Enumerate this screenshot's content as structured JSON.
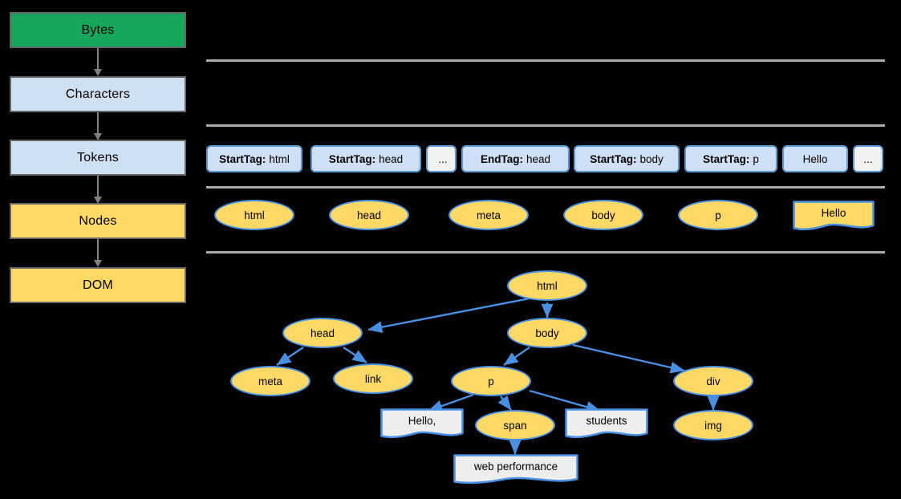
{
  "pipeline": {
    "steps": [
      {
        "label": "Bytes",
        "color": "#17a75c"
      },
      {
        "label": "Characters",
        "color": "#cfe0f3"
      },
      {
        "label": "Tokens",
        "color": "#cfe0f3"
      },
      {
        "label": "Nodes",
        "color": "#ffd966"
      },
      {
        "label": "DOM",
        "color": "#ffd966"
      }
    ],
    "arrow_color": "#808080",
    "border_color": "#666666"
  },
  "tokens_row": {
    "items": [
      {
        "prefix": "StartTag:",
        "value": " html",
        "pale": false
      },
      {
        "prefix": "StartTag:",
        "value": " head",
        "pale": false
      },
      {
        "prefix": "",
        "value": "...",
        "pale": true
      },
      {
        "prefix": "EndTag:",
        "value": " head",
        "pale": false
      },
      {
        "prefix": "StartTag:",
        "value": " body",
        "pale": false
      },
      {
        "prefix": "StartTag:",
        "value": " p",
        "pale": false
      },
      {
        "prefix": "",
        "value": "Hello",
        "pale": false
      },
      {
        "prefix": "",
        "value": "...",
        "pale": true
      }
    ],
    "border_color": "#5b9bd5",
    "fill_color": "#cfe0f6"
  },
  "nodes_row": {
    "items": [
      {
        "label": "html",
        "shape": "ellipse"
      },
      {
        "label": "head",
        "shape": "ellipse"
      },
      {
        "label": "meta",
        "shape": "ellipse"
      },
      {
        "label": "body",
        "shape": "ellipse"
      },
      {
        "label": "p",
        "shape": "ellipse"
      },
      {
        "label": "Hello",
        "shape": "document"
      }
    ],
    "ellipse_fill": "#ffd966",
    "ellipse_border": "#4a90e2"
  },
  "dom_tree": {
    "nodes": [
      {
        "id": "html",
        "label": "html",
        "shape": "ellipse"
      },
      {
        "id": "head",
        "label": "head",
        "shape": "ellipse"
      },
      {
        "id": "body",
        "label": "body",
        "shape": "ellipse"
      },
      {
        "id": "meta",
        "label": "meta",
        "shape": "ellipse"
      },
      {
        "id": "link",
        "label": "link",
        "shape": "ellipse"
      },
      {
        "id": "p",
        "label": "p",
        "shape": "ellipse"
      },
      {
        "id": "div",
        "label": "div",
        "shape": "ellipse"
      },
      {
        "id": "hello",
        "label": "Hello,",
        "shape": "document"
      },
      {
        "id": "span",
        "label": "span",
        "shape": "ellipse"
      },
      {
        "id": "stud",
        "label": "students",
        "shape": "document"
      },
      {
        "id": "img",
        "label": "img",
        "shape": "ellipse"
      },
      {
        "id": "webperf",
        "label": "web performance",
        "shape": "document"
      }
    ],
    "edges": [
      [
        "html",
        "head"
      ],
      [
        "html",
        "body"
      ],
      [
        "head",
        "meta"
      ],
      [
        "head",
        "link"
      ],
      [
        "body",
        "p"
      ],
      [
        "body",
        "div"
      ],
      [
        "p",
        "hello"
      ],
      [
        "p",
        "span"
      ],
      [
        "p",
        "stud"
      ],
      [
        "span",
        "webperf"
      ],
      [
        "div",
        "img"
      ]
    ],
    "edge_color": "#4a90e2",
    "text_node_fill": "#eeeeee",
    "element_node_fill": "#ffd966"
  },
  "dividers": {
    "color": "#aaaaaa",
    "count": 4
  }
}
